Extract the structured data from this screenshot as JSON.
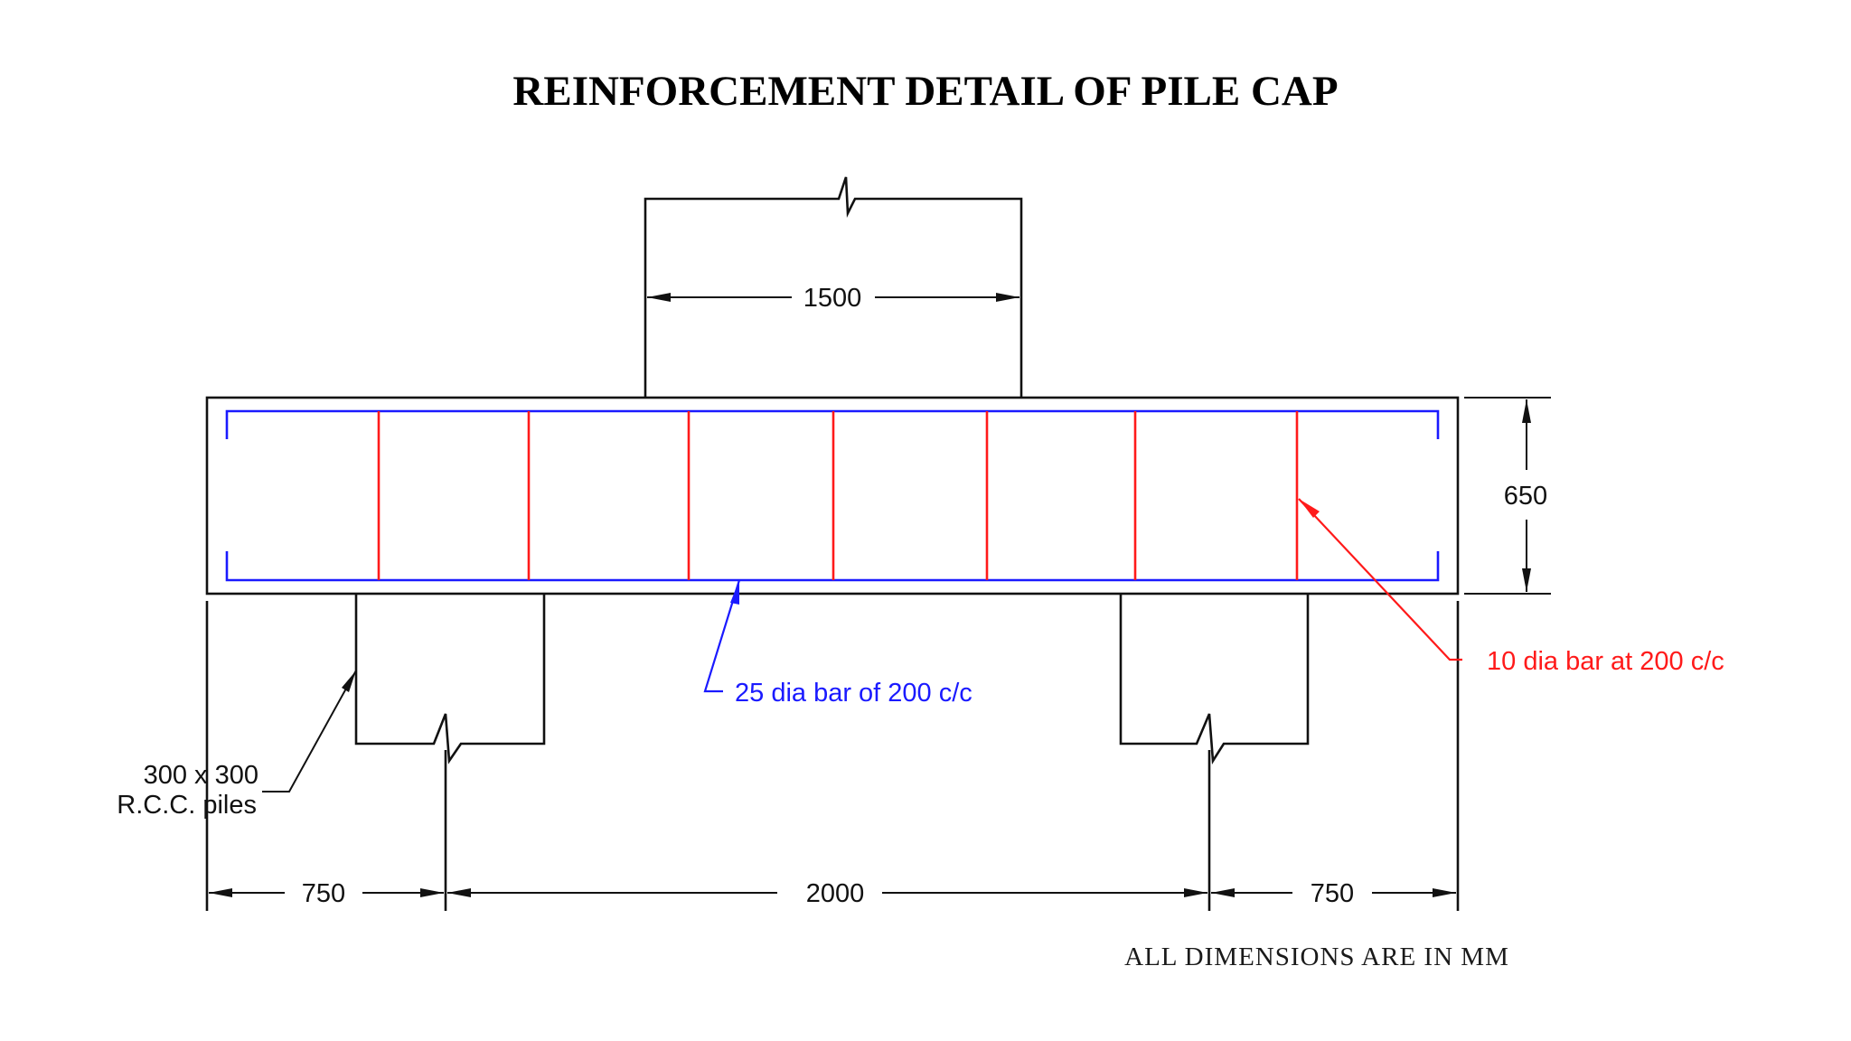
{
  "title": "REINFORCEMENT DETAIL OF PILE CAP",
  "dimensions": {
    "column_width": "1500",
    "cap_depth": "650",
    "edge_left": "750",
    "pile_spacing": "2000",
    "edge_right": "750"
  },
  "labels": {
    "main_bar": "25 dia bar of 200 c/c",
    "stirrup_bar": "10 dia bar at 200 c/c",
    "pile_line1": "300 x 300",
    "pile_line2": "R.C.C. piles"
  },
  "note": "ALL DIMENSIONS ARE IN MM",
  "colors": {
    "main_bar": "#1a1aff",
    "stirrup_bar": "#ff1a1a",
    "linework": "#111111"
  }
}
